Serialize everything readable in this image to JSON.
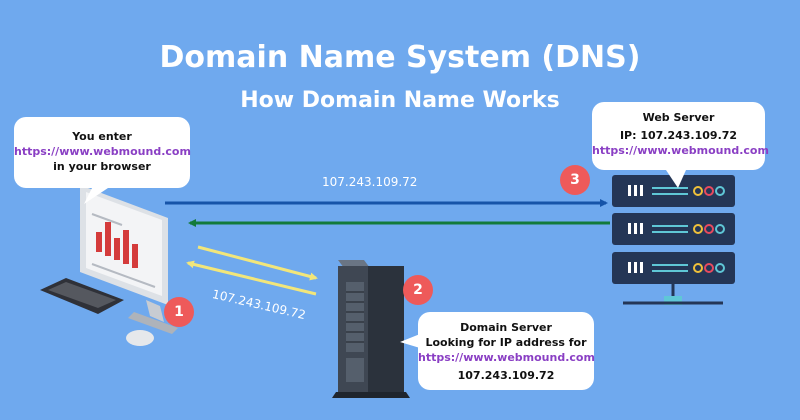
{
  "title": "Domain Name System (DNS)",
  "subtitle": "How Domain Name Works",
  "client_bubble": {
    "line1": "You enter",
    "url": "https://www.webmound.com",
    "line3": "in your browser"
  },
  "server_bubble": {
    "title": "Web Server",
    "ip": "IP: 107.243.109.72",
    "url": "https://www.webmound.com"
  },
  "dns_bubble": {
    "title": "Domain Server",
    "line2": "Looking for IP address for",
    "url": "https://www.webmound.com",
    "ip": "107.243.109.72"
  },
  "ip_top": "107.243.109.72",
  "ip_bottom": "107.243.109.72",
  "badges": [
    "1",
    "2",
    "3"
  ],
  "colors": {
    "background": "#6fa9ee",
    "server_rack": "#243656",
    "arrow_blue": "#1654a8",
    "arrow_green": "#137a3a",
    "arrow_yellow": "#f2e67a",
    "badge": "#ee5a5a",
    "url": "#8a3fc4"
  }
}
